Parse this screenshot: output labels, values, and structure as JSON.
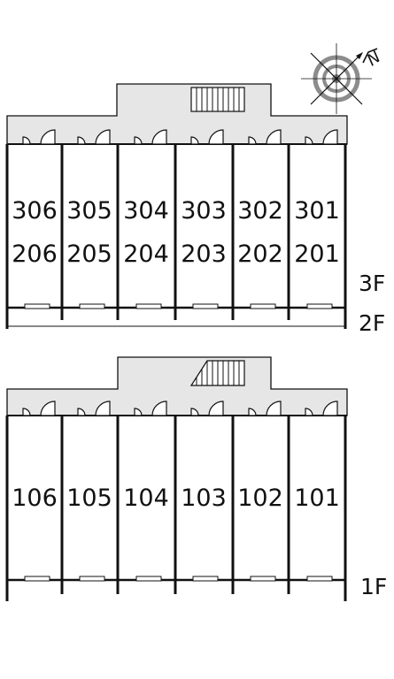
{
  "floor_labels": {
    "third": "3F",
    "second": "2F",
    "first": "1F"
  },
  "compass": {
    "north_label": "N"
  },
  "upper_block": {
    "row_3f": [
      "306",
      "305",
      "304",
      "303",
      "302",
      "301"
    ],
    "row_2f": [
      "206",
      "205",
      "204",
      "203",
      "202",
      "201"
    ]
  },
  "lower_block": {
    "row_1f": [
      "106",
      "105",
      "104",
      "103",
      "102",
      "101"
    ]
  },
  "colors": {
    "corridor": "#e6e6e6",
    "wall": "#111111",
    "compass_ring": "#8c8c8c"
  }
}
